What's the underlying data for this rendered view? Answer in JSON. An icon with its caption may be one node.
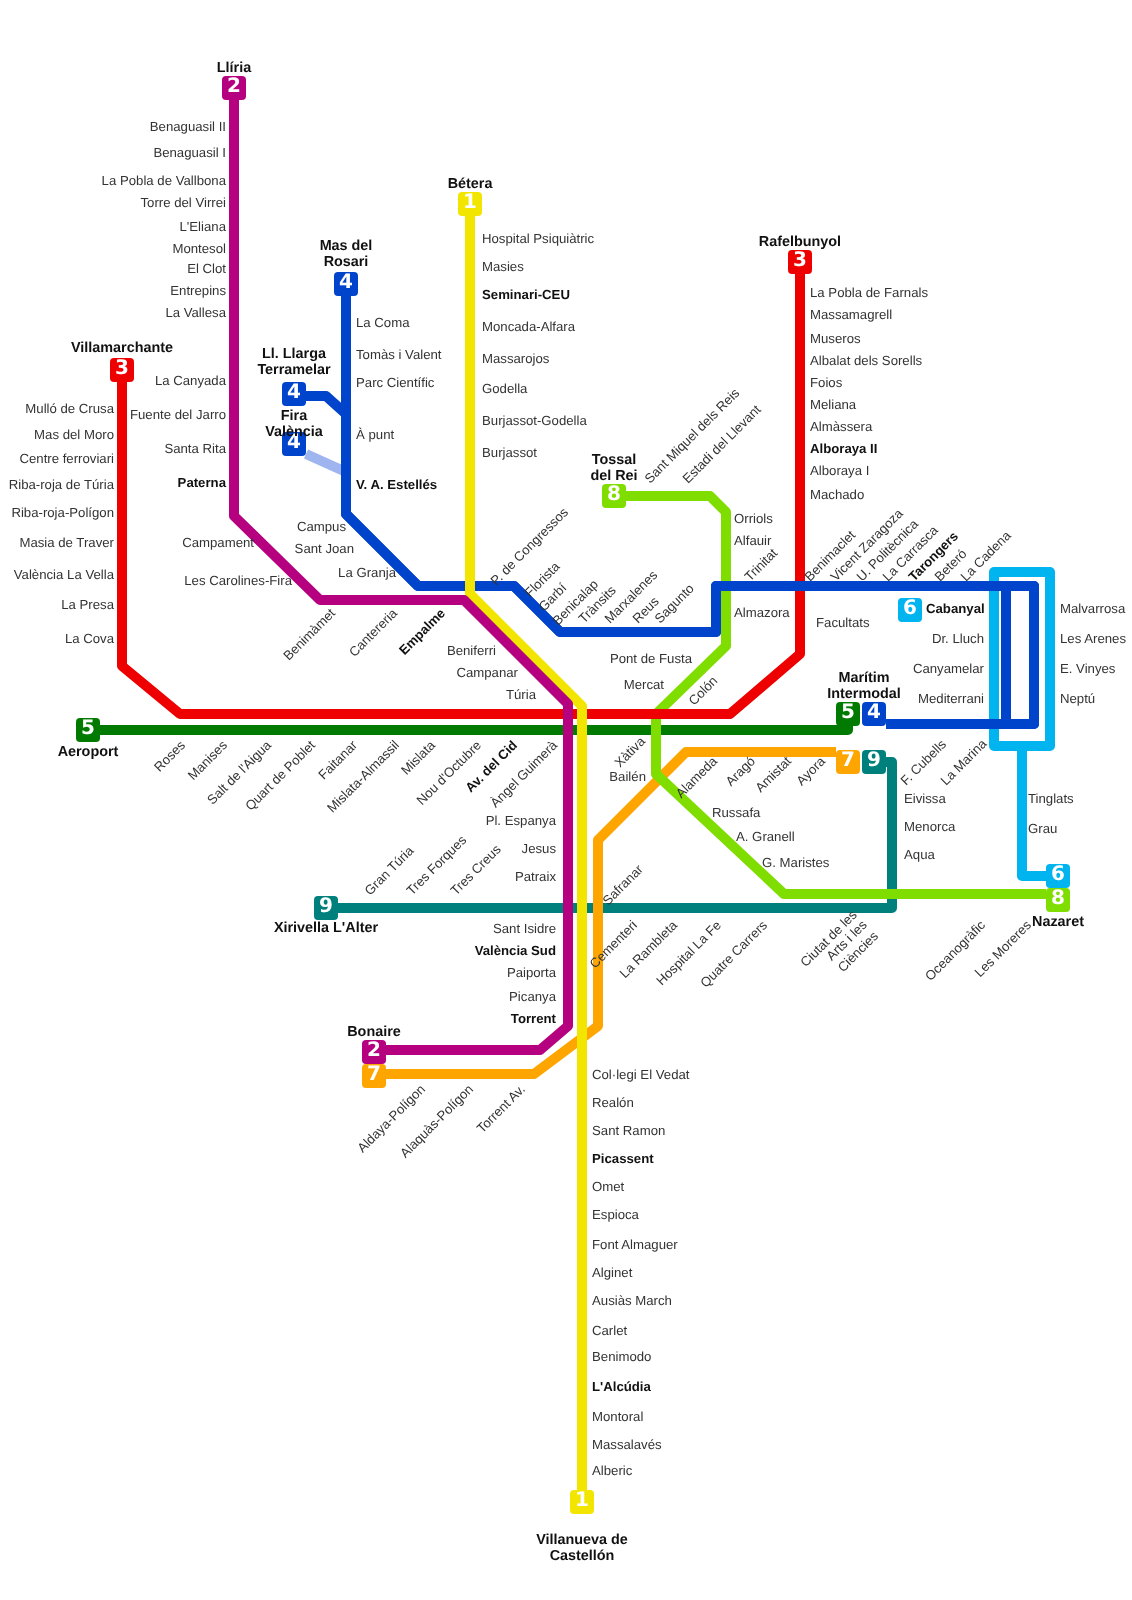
{
  "diagram": {
    "nodes": [
      {
        "text": [
          "2"
        ],
        "beside": [
          "Llíria"
        ]
      },
      {
        "text": [
          "1"
        ],
        "beside": [
          "Bétera"
        ]
      },
      {
        "text": [
          "4"
        ],
        "beside": [
          "Mas del Rosari"
        ]
      },
      {
        "text": [
          "3"
        ],
        "beside": [
          "Rafelbunyol"
        ]
      },
      {
        "text": [
          "3"
        ],
        "beside": [
          "Villamarchante"
        ]
      },
      {
        "text": [
          "4"
        ],
        "beside": [
          "Ll. Llarga Terramelar"
        ]
      },
      {
        "text": [
          "4"
        ],
        "beside": [
          "Fira València"
        ]
      },
      {
        "text": [
          "8"
        ],
        "beside": [
          "Tossal del Rei"
        ]
      },
      {
        "text": [
          "6"
        ],
        "beside": [
          "Cabanyal"
        ]
      },
      {
        "text": [
          "5"
        ]
      },
      {
        "text": [
          "4"
        ]
      },
      {
        "text": [
          "5"
        ],
        "beside": [
          "Aeroport"
        ]
      },
      {
        "text": [
          "7"
        ]
      },
      {
        "text": [
          "9"
        ]
      },
      {
        "text": [
          "6"
        ]
      },
      {
        "text": [
          "8"
        ],
        "beside": [
          "Nazaret"
        ]
      },
      {
        "text": [
          "9"
        ],
        "beside": [
          "Xirivella L'Alter"
        ]
      },
      {
        "text": [
          "2"
        ],
        "beside": [
          "Bonaire"
        ]
      },
      {
        "text": [
          "7"
        ]
      },
      {
        "text": [
          "1"
        ],
        "beside": [
          "Villanueva de Castellón"
        ]
      }
    ],
    "edges": [
      {
        "from": 0,
        "to": 17,
        "arrow": "none",
        "color": "#b5007f"
      },
      {
        "from": 1,
        "to": 19,
        "arrow": "none",
        "color": "#f2e600"
      },
      {
        "from": 2,
        "to": 10,
        "arrow": "none",
        "color": "#0044cc"
      },
      {
        "from": 3,
        "to": 4,
        "arrow": "none",
        "color": "#ee0000"
      },
      {
        "from": 5,
        "to": 10,
        "arrow": "none",
        "color": "#0044cc"
      },
      {
        "from": 6,
        "to": 10,
        "arrow": "none",
        "color": "#9fb5ef"
      },
      {
        "from": 7,
        "to": 15,
        "arrow": "none",
        "color": "#80dd00"
      },
      {
        "from": 11,
        "to": 9,
        "arrow": "none",
        "color": "#007a00"
      },
      {
        "from": 12,
        "to": 18,
        "arrow": "none",
        "color": "#ffa500"
      },
      {
        "from": 13,
        "to": 16,
        "arrow": "none",
        "color": "#00807c"
      },
      {
        "from": 14,
        "to": null,
        "arrow": "none",
        "color": "#00b4f0"
      }
    ],
    "labels": [
      "Benaguasil II",
      "Benaguasil I",
      "La Pobla de Vallbona",
      "Torre del Virrei",
      "L'Eliana",
      "Montesol",
      "El Clot",
      "Entrepins",
      "La Vallesa",
      "La Canyada",
      "Fuente del Jarro",
      "Santa Rita",
      "Paterna",
      "Campament",
      "Les Carolines-Fira",
      "Benimàmet",
      "Cantereria",
      "Empalme",
      "Beniferri",
      "Campanar",
      "Túria",
      "Hospital Psiquiàtric",
      "Masies",
      "Seminari-CEU",
      "Moncada-Alfara",
      "Massarojos",
      "Godella",
      "Burjassot-Godella",
      "Burjassot",
      "La Coma",
      "Tomàs i Valent",
      "Parc Científic",
      "À punt",
      "V. A. Estellés",
      "Campus",
      "Sant Joan",
      "La Granja",
      "P. de Congressos",
      "Florista",
      "Garbí",
      "Benicalap",
      "Trànsits",
      "Marxalenes",
      "Reus",
      "Sagunto",
      "Benimaclet",
      "Vicent Zaragoza",
      "U. Politècnica",
      "La Carrasca",
      "Tarongers",
      "Beteró",
      "La Cadena",
      "Malvarrosa",
      "Les Arenes",
      "E. Vinyes",
      "Neptú",
      "Marítim Intermodal",
      "La Pobla de Farnals",
      "Massamagrell",
      "Museros",
      "Albalat dels Sorells",
      "Foios",
      "Meliana",
      "Almàssera",
      "Alboraya II",
      "Alboraya I",
      "Machado",
      "Facultats",
      "Mulló de Crusa",
      "Mas del Moro",
      "Centre ferroviari",
      "Riba-roja de Túria",
      "Riba-roja-Polígon",
      "Masia de Traver",
      "València La Vella",
      "La Presa",
      "La Cova",
      "Sant Miquel dels Reis",
      "Estadi del Llevant",
      "Orriols",
      "Alfauir",
      "Trinitat",
      "Almazora",
      "Pont de Fusta",
      "Mercat",
      "Colón",
      "Xàtiva",
      "Bailén",
      "Russafa",
      "A. Granell",
      "G. Maristes",
      "Dr. Lluch",
      "Canyamelar",
      "Mediterrani",
      "Tinglats",
      "Grau",
      "Roses",
      "Manises",
      "Salt de l'Aigua",
      "Quart de Poblet",
      "Faitanar",
      "Mislata-Almassil",
      "Mislata",
      "Nou d'Octubre",
      "Av. del Cid",
      "Àngel Guimerà",
      "Pl. Espanya",
      "Jesus",
      "Patraix",
      "Gran Túria",
      "Tres Forques",
      "Tres Creus",
      "Sant Isidre",
      "València Sud",
      "Paiporta",
      "Picanya",
      "Torrent",
      "Alameda",
      "Aragó",
      "Amistat",
      "Ayora",
      "Safranar",
      "Aldaya-Polígon",
      "Alaquàs-Polígon",
      "Torrent Av.",
      "F. Cubells",
      "La Marina",
      "Eivissa",
      "Menorca",
      "Aqua",
      "Cementeri",
      "La Rambleta",
      "Hospital La Fe",
      "Quatre Carrers",
      "Ciutat de les Arts i les Ciències",
      "Oceanogràfic",
      "Les Moreres",
      "Col·legi El Vedat",
      "Realón",
      "Sant Ramon",
      "Picassent",
      "Omet",
      "Espioca",
      "Font Almaguer",
      "Alginet",
      "Ausiàs March",
      "Carlet",
      "Benimodo",
      "L'Alcúdia",
      "Montoral",
      "Massalavés",
      "Alberic"
    ]
  }
}
